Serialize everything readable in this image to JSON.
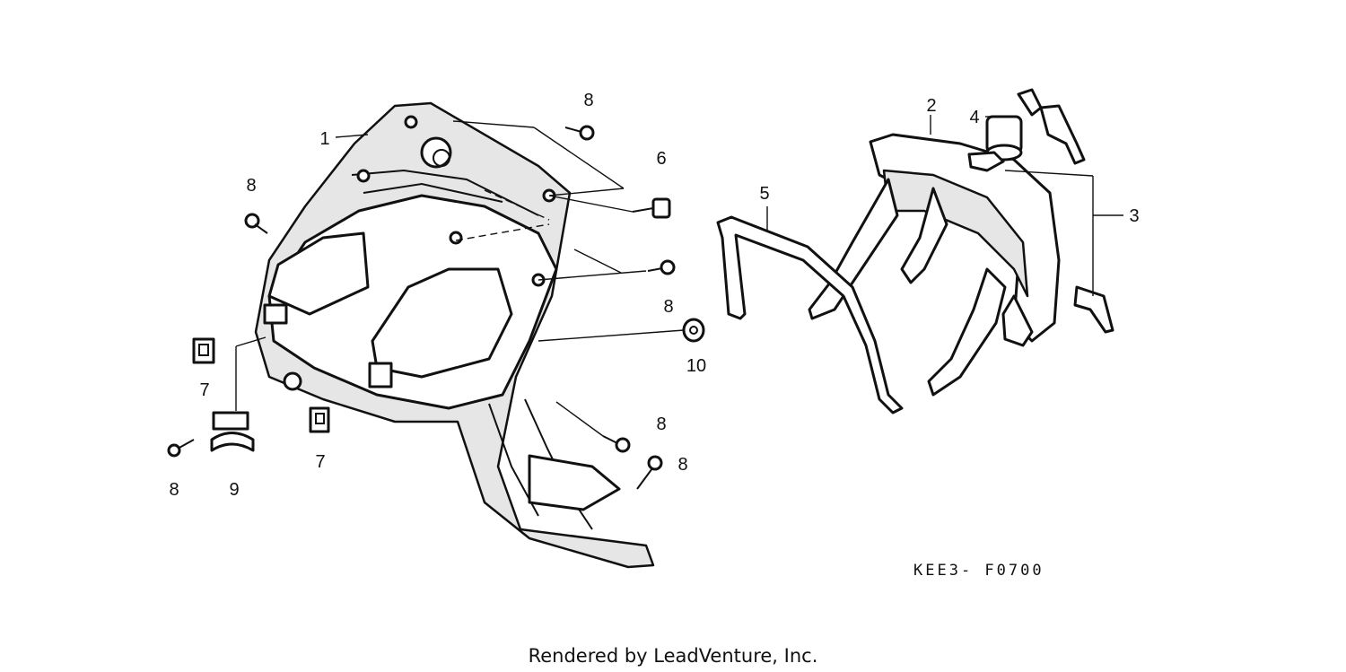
{
  "callouts": {
    "c1": "1",
    "c2": "2",
    "c3": "3",
    "c4": "4",
    "c5": "5",
    "c6": "6",
    "c7a": "7",
    "c7b": "7",
    "c8a": "8",
    "c8b": "8",
    "c8c": "8",
    "c8d": "8",
    "c8e": "8",
    "c8f": "8",
    "c9": "9",
    "c10": "10"
  },
  "diagram_code": "KEE3- F0700",
  "credit": "Rendered by LeadVenture, Inc."
}
